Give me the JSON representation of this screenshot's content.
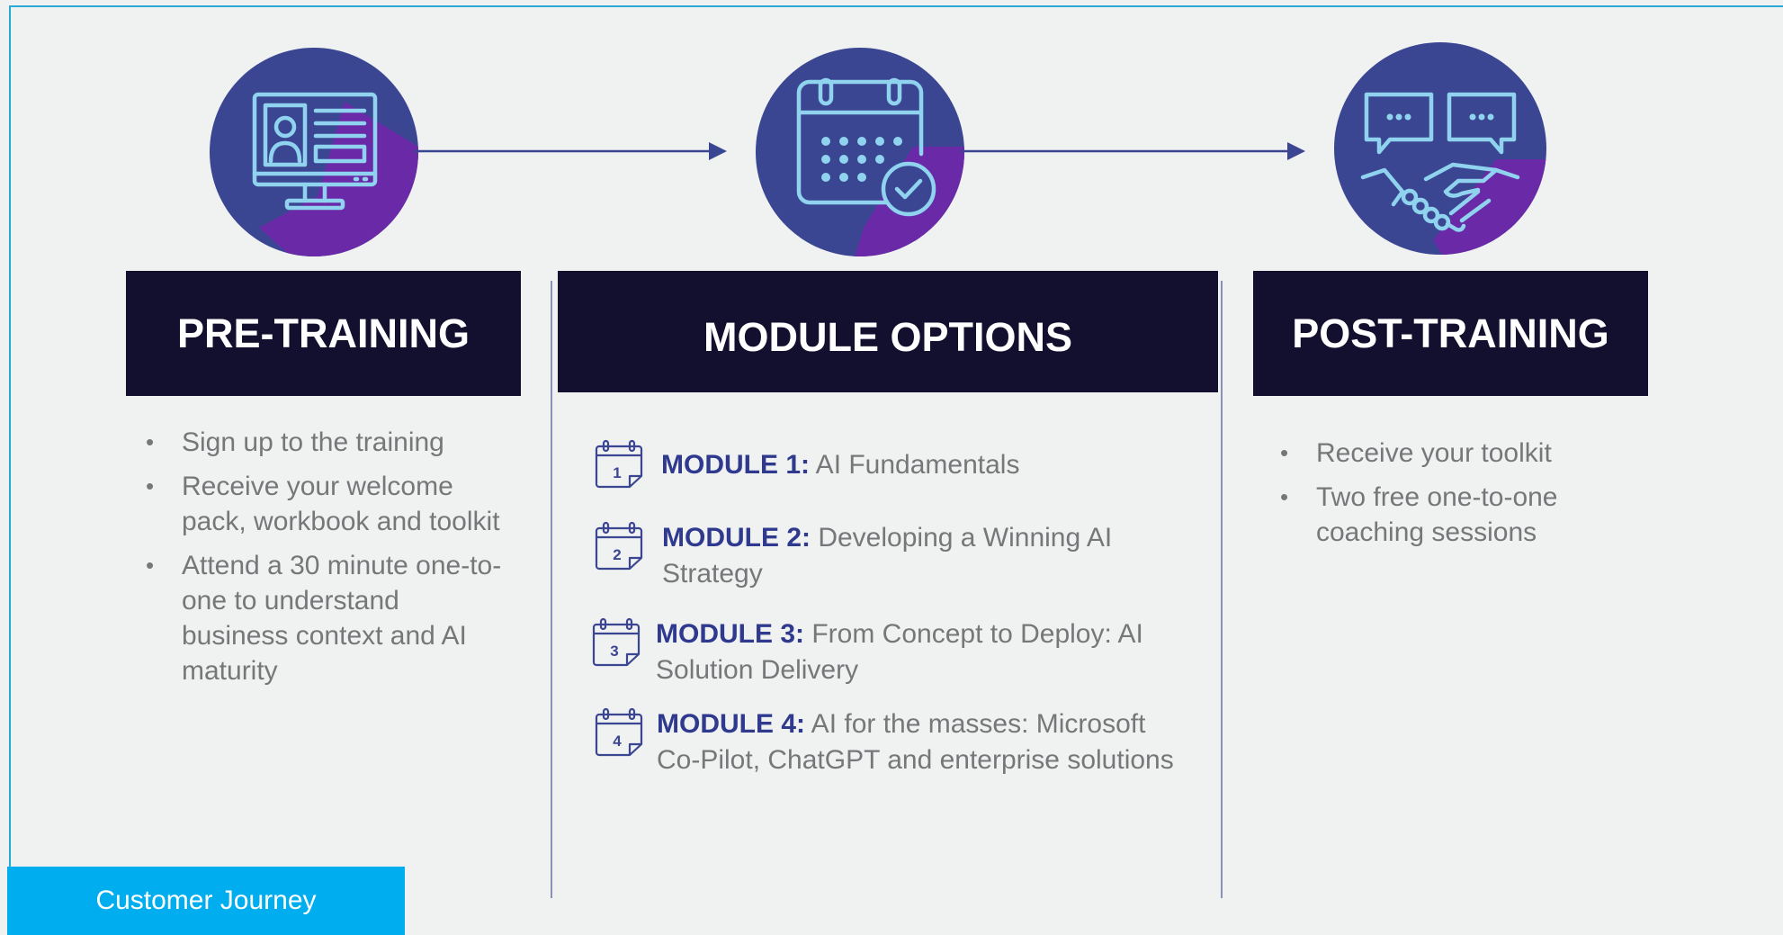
{
  "colors": {
    "header_bg": "#130f2e",
    "circle_blue": "#3b4693",
    "circle_shadow": "#6a2aa8",
    "icon_stroke": "#8fd3ef",
    "accent_module": "#2f3a8f",
    "bullet_text": "#767779",
    "tab_blue": "#00aeef"
  },
  "icons": {
    "pre_training": "computer-profile-icon",
    "module_options": "calendar-check-icon",
    "post_training": "handshake-chat-icon"
  },
  "stages": {
    "pre_training": {
      "title": "PRE-TRAINING",
      "bullets": [
        "Sign up to the training",
        "Receive your welcome pack, workbook and toolkit",
        "Attend a 30 minute one-to-one to understand business context and AI maturity"
      ]
    },
    "module_options": {
      "title": "MODULE OPTIONS",
      "modules": [
        {
          "number": "1",
          "label": "MODULE  1:",
          "text": " AI Fundamentals"
        },
        {
          "number": "2",
          "label": "MODULE 2:",
          "text": " Developing a Winning AI Strategy"
        },
        {
          "number": "3",
          "label": "MODULE 3:",
          "text": " From Concept to Deploy: AI Solution Delivery"
        },
        {
          "number": "4",
          "label": "MODULE 4:",
          "text": " AI for the masses: Microsoft Co-Pilot, ChatGPT and enterprise solutions"
        }
      ]
    },
    "post_training": {
      "title": "POST-TRAINING",
      "bullets": [
        "Receive your toolkit",
        "Two free one-to-one coaching sessions"
      ]
    }
  },
  "footer": {
    "tab_label": "Customer Journey"
  }
}
